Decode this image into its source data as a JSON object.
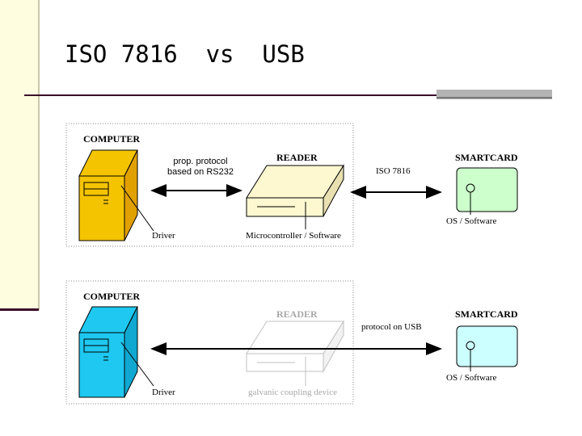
{
  "slide": {
    "title": "ISO 7816  vs  USB"
  },
  "top_diagram": {
    "computer_label": "COMPUTER",
    "reader_label": "READER",
    "smartcard_label": "SMARTCARD",
    "protocol_label_line1": "prop. protocol",
    "protocol_label_line2": "based on RS232",
    "iso_label": "ISO 7816",
    "driver_label": "Driver",
    "reader_sub_label": "Microcontroller / Software",
    "card_sub_label": "OS / Software",
    "computer_color": "#f5c400",
    "card_color": "#ccffcc"
  },
  "bottom_diagram": {
    "computer_label": "COMPUTER",
    "reader_label": "READER",
    "smartcard_label": "SMARTCARD",
    "protocol_label": "protocol on USB",
    "driver_label": "Driver",
    "reader_sub_label": "galvanic coupling device",
    "card_sub_label": "OS / Software",
    "computer_color": "#1ec8f0",
    "card_color": "#ccffff"
  }
}
